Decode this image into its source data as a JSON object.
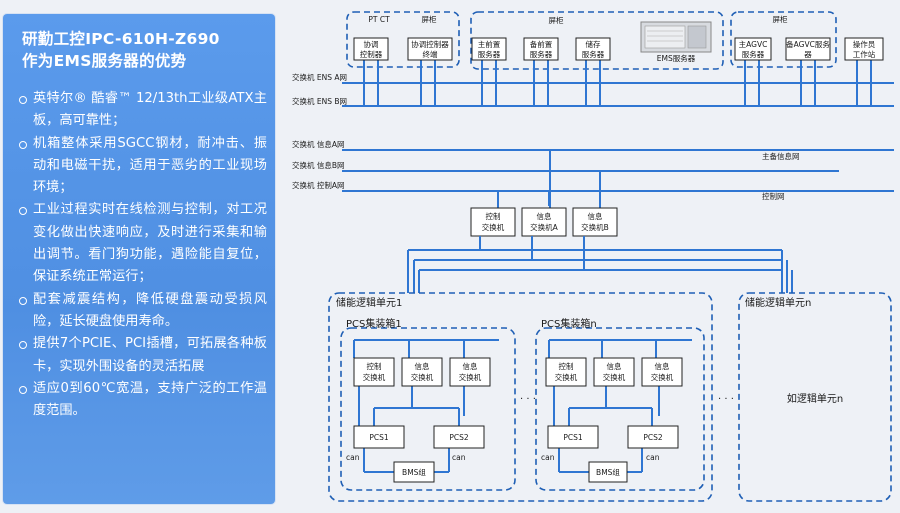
{
  "panel": {
    "title_line1": "研勤工控IPC-610H-Z690",
    "title_line2": "作为EMS服务器的优势",
    "bullets": [
      "英特尔® 酷睿™ 12/13th工业级ATX主板，高可靠性；",
      "机箱整体采用SGCC钢材，耐冲击、振动和电磁干扰，适用于恶劣的工业现场环境；",
      "工业过程实时在线检测与控制，对工况变化做出快速响应，及时进行采集和输出调节。看门狗功能，遇险能自复位，保证系统正常运行；",
      "配套减震结构，降低硬盘震动受损风险，延长硬盘使用寿命。",
      "提供7个PCIE、PCI插槽，可拓展各种板卡，实现外围设备的灵活拓展",
      "适应0到60℃宽温，支持广泛的工作温度范围。"
    ]
  },
  "diagram": {
    "cabinets": {
      "c1_label": "PT CT",
      "c1_title": "屏柜",
      "c2_title": "屏柜",
      "c3_title": "屏柜",
      "server_label": "EMS服务器"
    },
    "top_boxes": {
      "coord_ctrl": "协调\n控制器",
      "coord_term": "协调控制器\n终端",
      "main_srv": "主前置\n服务器",
      "backup_srv": "备前置\n服务器",
      "storage_srv": "储存\n服务器",
      "main_agvc": "主AGVC\n服务器",
      "backup_agvc": "备AGVC服务\n器",
      "operator": "操作员\n工作站"
    },
    "buses": {
      "ens_a": "交换机 ENS A网",
      "ens_b": "交换机 ENS B网",
      "info_a": "交换机 信息A网",
      "info_b": "交换机 信息B网",
      "ctrl_a": "交换机 控制A网",
      "main_info": "主备信息网",
      "ctrl_net": "控制网"
    },
    "switches": {
      "ctrl": "控制\n交换机",
      "info_a": "信息\n交换机A",
      "info_b": "信息\n交换机B"
    },
    "unit1": {
      "title": "储能逻辑单元1",
      "pcs_box1": "PCS集装箱1",
      "pcs_boxn": "PCS集装箱n",
      "sw_ctrl": "控制\n交换机",
      "sw_info": "信息\n交换机",
      "pcs1": "PCS1",
      "pcs2": "PCS2",
      "bms": "BMS组",
      "can": "can",
      "dots": "· · ·"
    },
    "unitn": {
      "title": "储能逻辑单元n",
      "body": "如逻辑单元n",
      "dots": "· · ·"
    }
  },
  "colors": {
    "panel_blue": "#5b9bec",
    "line_blue": "#2f76d2",
    "dash": "#1f5fb5",
    "text_dark": "#1a1a1a"
  }
}
